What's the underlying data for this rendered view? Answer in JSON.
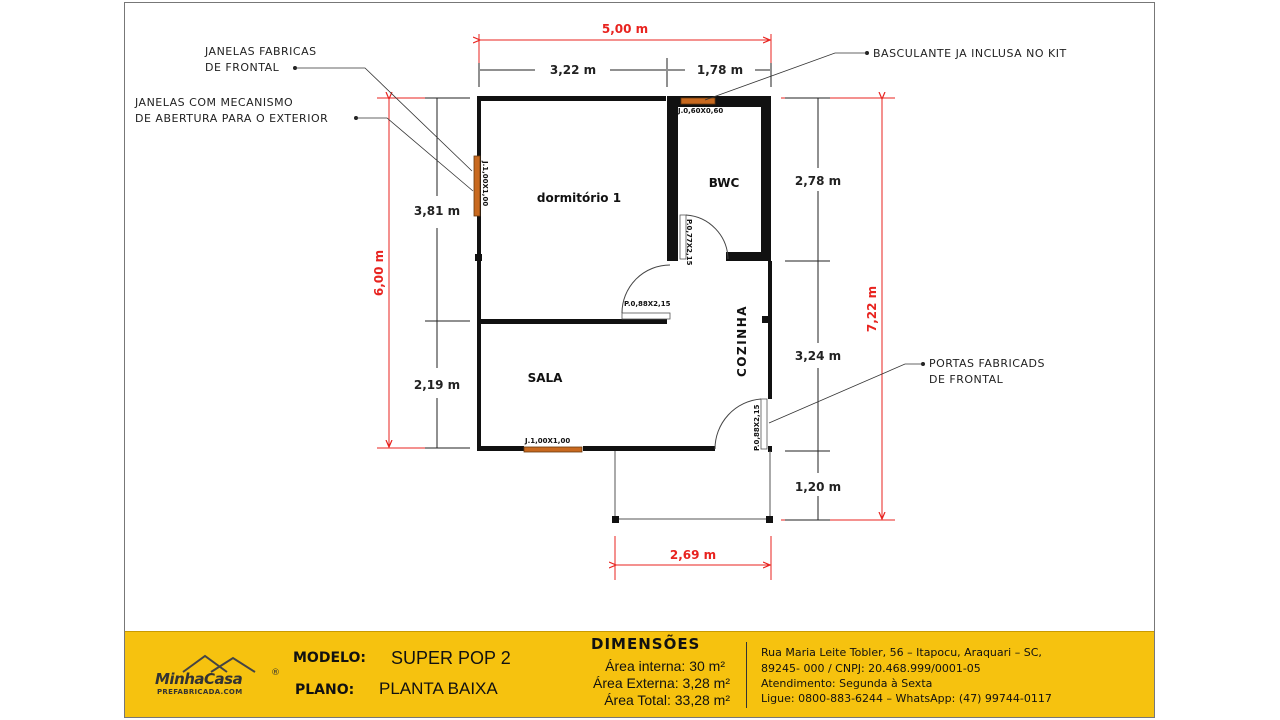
{
  "plan": {
    "dimensions": {
      "total_width": "5,00 m",
      "width_left": "3,22 m",
      "width_right": "1,78 m",
      "height_total_left": "6,00 m",
      "height_top_left": "3,81 m",
      "height_bottom_left": "2,19 m",
      "height_total_right": "7,22 m",
      "height_bwc": "2,78 m",
      "height_kitchen": "3,24 m",
      "height_porch": "1,20 m",
      "porch_width": "2,69 m"
    },
    "rooms": {
      "bedroom": "dormitório 1",
      "bathroom": "BWC",
      "living": "SALA",
      "kitchen": "COZINHA"
    },
    "openings": {
      "window_bedroom": "J.1,00X1,00",
      "window_bwc": "J.0,60X0,60",
      "door_bwc": "P.0,77X2,15",
      "door_bedroom": "P.0,88X2,15",
      "window_sala": "J.1,00X1,00",
      "door_entry": "P.0,88X2,15"
    },
    "notes": {
      "janelas_fabricas_1": "JANELAS FABRICAS",
      "janelas_fabricas_2": "DE FRONTAL",
      "janelas_mecanismo_1": "JANELAS COM MECANISMO",
      "janelas_mecanismo_2": "DE ABERTURA PARA O EXTERIOR",
      "basculante": "BASCULANTE JA INCLUSA NO KIT",
      "portas_1": "PORTAS FABRICADS",
      "portas_2": "DE FRONTAL"
    }
  },
  "footer": {
    "logo_name": "MinhaCasa",
    "logo_reg": "®",
    "logo_sub": "PREFABRICADA.COM",
    "modelo_label": "MODELO:",
    "modelo_value": "SUPER POP 2",
    "plano_label": "PLANO:",
    "plano_value": "PLANTA BAIXA",
    "dimensoes_title": "DIMENSÕES",
    "area_interna": "Área interna:  30 m²",
    "area_externa": "Área Externa:  3,28 m²",
    "area_total": "Área Total:  33,28 m²",
    "address_1": "Rua Maria Leite Tobler, 56 – Itapocu, Araquari – SC,",
    "address_2": "89245- 000 / CNPJ: 20.468.999/0001-05",
    "atendimento": "Atendimento: Segunda à Sexta",
    "contato": "Ligue: 0800-883-6244 – WhatsApp: (47) 99744-0117"
  },
  "colors": {
    "dimension_red": "#e8231f",
    "footer_yellow": "#f6c20f",
    "window_orange": "#c8691f"
  }
}
